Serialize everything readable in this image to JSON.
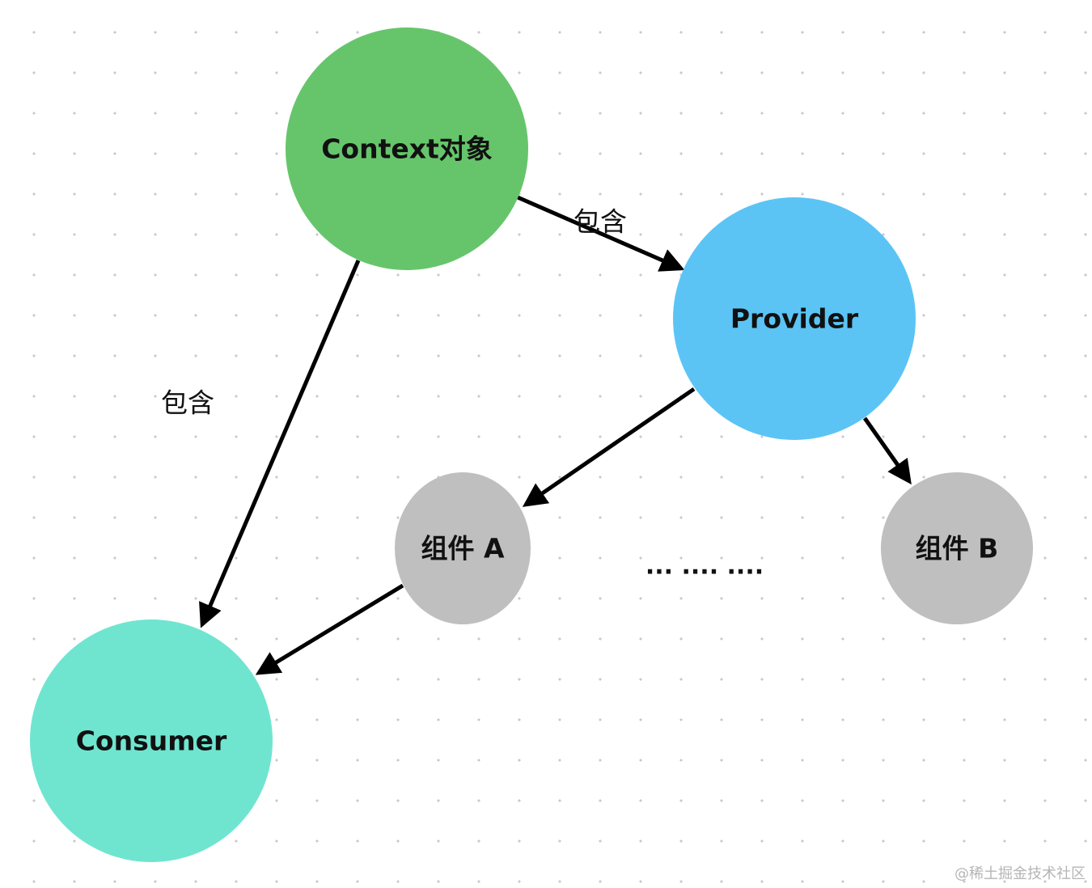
{
  "nodes": {
    "context": {
      "label": "Context对象",
      "color": "#66c56b"
    },
    "provider": {
      "label": "Provider",
      "color": "#5bc4f5"
    },
    "component_a": {
      "label": "组件 A",
      "color": "#bfbfbf"
    },
    "component_b": {
      "label": "组件 B",
      "color": "#bfbfbf"
    },
    "consumer": {
      "label": "Consumer",
      "color": "#6fe5d0"
    }
  },
  "edges": {
    "context_provider_label": "包含",
    "context_consumer_label": "包含"
  },
  "ellipsis": "... .... ....",
  "watermark": "@稀土掘金技术社区"
}
